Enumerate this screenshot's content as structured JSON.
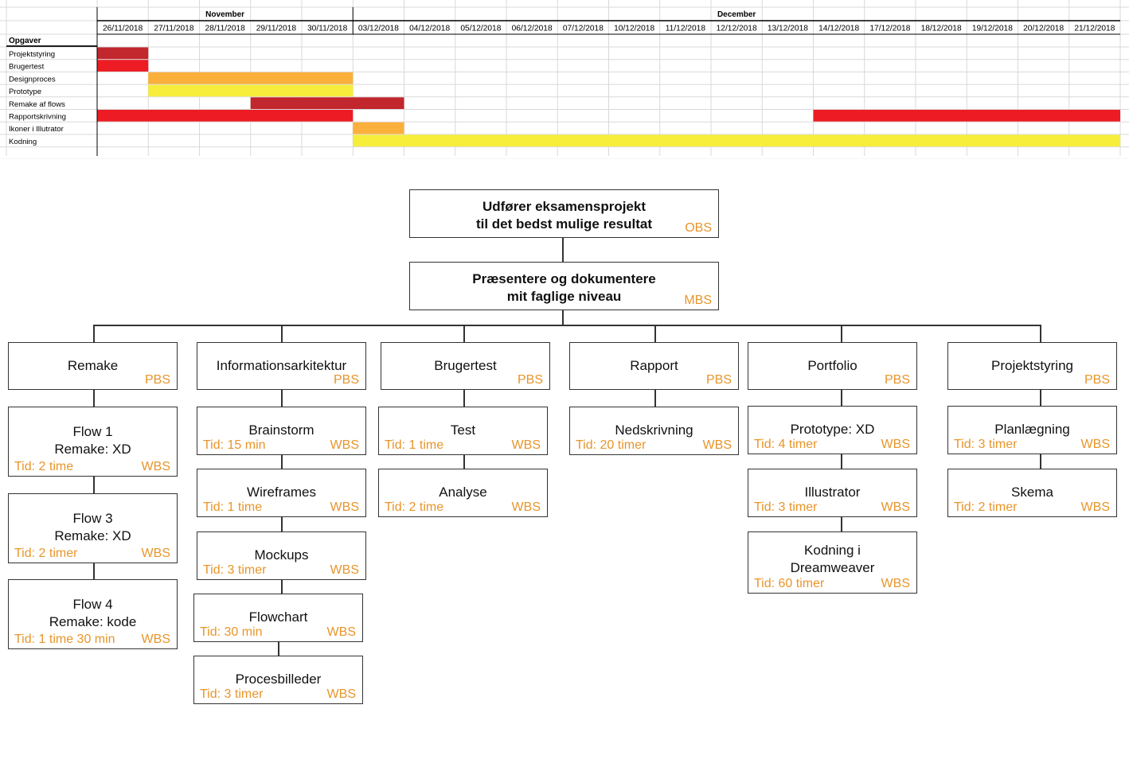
{
  "gantt": {
    "months": [
      "November",
      "December"
    ],
    "dates": [
      "26/11/2018",
      "27/11/2018",
      "28/11/2018",
      "29/11/2018",
      "30/11/2018",
      "03/12/2018",
      "04/12/2018",
      "05/12/2018",
      "06/12/2018",
      "07/12/2018",
      "10/12/2018",
      "11/12/2018",
      "12/12/2018",
      "13/12/2018",
      "14/12/2018",
      "17/12/2018",
      "18/12/2018",
      "19/12/2018",
      "20/12/2018",
      "21/12/2018"
    ],
    "tasks_header": "Opgaver",
    "tasks": [
      {
        "name": "Projektstyring",
        "bars": [
          {
            "start": "26/11/2018",
            "end": "26/11/2018",
            "color": "#c1272d"
          }
        ]
      },
      {
        "name": "Brugertest",
        "bars": [
          {
            "start": "26/11/2018",
            "end": "26/11/2018",
            "color": "#ed1c24"
          }
        ]
      },
      {
        "name": "Designproces",
        "bars": [
          {
            "start": "27/11/2018",
            "end": "30/11/2018",
            "color": "#fbb03b"
          }
        ]
      },
      {
        "name": "Prototype",
        "bars": [
          {
            "start": "27/11/2018",
            "end": "30/11/2018",
            "color": "#f6ee3a"
          }
        ]
      },
      {
        "name": "Remake af flows",
        "bars": [
          {
            "start": "29/11/2018",
            "end": "03/12/2018",
            "color": "#c1272d"
          }
        ]
      },
      {
        "name": "Rapportskrivning",
        "bars": [
          {
            "start": "26/11/2018",
            "end": "30/11/2018",
            "color": "#ed1c24"
          },
          {
            "start": "14/12/2018",
            "end": "21/12/2018",
            "color": "#ed1c24"
          }
        ]
      },
      {
        "name": "Ikoner i Illutrator",
        "bars": [
          {
            "start": "03/12/2018",
            "end": "03/12/2018",
            "color": "#fbb03b"
          }
        ]
      },
      {
        "name": "Kodning",
        "bars": [
          {
            "start": "03/12/2018",
            "end": "21/12/2018",
            "color": "#f6ee3a"
          }
        ]
      }
    ]
  },
  "hierarchy": {
    "obs": {
      "line1": "Udfører eksamensprojekt",
      "line2": "til det bedst mulige resultat",
      "tag": "OBS"
    },
    "mbs": {
      "line1": "Præsentere og dokumentere",
      "line2": "mit faglige niveau",
      "tag": "MBS"
    },
    "pbs": [
      {
        "label": "Remake",
        "tag": "PBS",
        "wbs": [
          {
            "line1": "Flow 1",
            "line2": "Remake: XD",
            "tid": "Tid: 2 time",
            "tag": "WBS"
          },
          {
            "line1": "Flow 3",
            "line2": "Remake: XD",
            "tid": "Tid: 2 timer",
            "tag": "WBS"
          },
          {
            "line1": "Flow 4",
            "line2": "Remake: kode",
            "tid": "Tid: 1 time 30 min",
            "tag": "WBS"
          }
        ]
      },
      {
        "label": "Informationsarkitektur",
        "tag": "PBS",
        "wbs": [
          {
            "line1": "Brainstorm",
            "tid": "Tid:  15 min",
            "tag": "WBS"
          },
          {
            "line1": "Wireframes",
            "tid": "Tid:  1 time",
            "tag": "WBS"
          },
          {
            "line1": "Mockups",
            "tid": "Tid:  3 timer",
            "tag": "WBS"
          },
          {
            "line1": "Flowchart",
            "tid": "Tid:  30 min",
            "tag": "WBS"
          },
          {
            "line1": "Procesbilleder",
            "tid": "Tid:   3 timer",
            "tag": "WBS"
          }
        ]
      },
      {
        "label": "Brugertest",
        "tag": "PBS",
        "wbs": [
          {
            "line1": "Test",
            "tid": "Tid:    1 time",
            "tag": "WBS"
          },
          {
            "line1": "Analyse",
            "tid": "Tid:    2 time",
            "tag": "WBS"
          }
        ]
      },
      {
        "label": "Rapport",
        "tag": "PBS",
        "wbs": [
          {
            "line1": "Nedskrivning",
            "tid": "Tid:   20 timer",
            "tag": "WBS"
          }
        ]
      },
      {
        "label": "Portfolio",
        "tag": "PBS",
        "wbs": [
          {
            "line1": "Prototype: XD",
            "tid": "Tid:   4 timer",
            "tag": "WBS"
          },
          {
            "line1": "Illustrator",
            "tid": "Tid:   3 timer",
            "tag": "WBS"
          },
          {
            "line1": "Kodning i",
            "line2": "Dreamweaver",
            "tid": "Tid:   60 timer",
            "tag": "WBS"
          }
        ]
      },
      {
        "label": "Projektstyring",
        "tag": "PBS",
        "wbs": [
          {
            "line1": "Planlægning",
            "tid": "Tid:   3 timer",
            "tag": "WBS"
          },
          {
            "line1": "Skema",
            "tid": "Tid:   2 timer",
            "tag": "WBS"
          }
        ]
      }
    ]
  }
}
